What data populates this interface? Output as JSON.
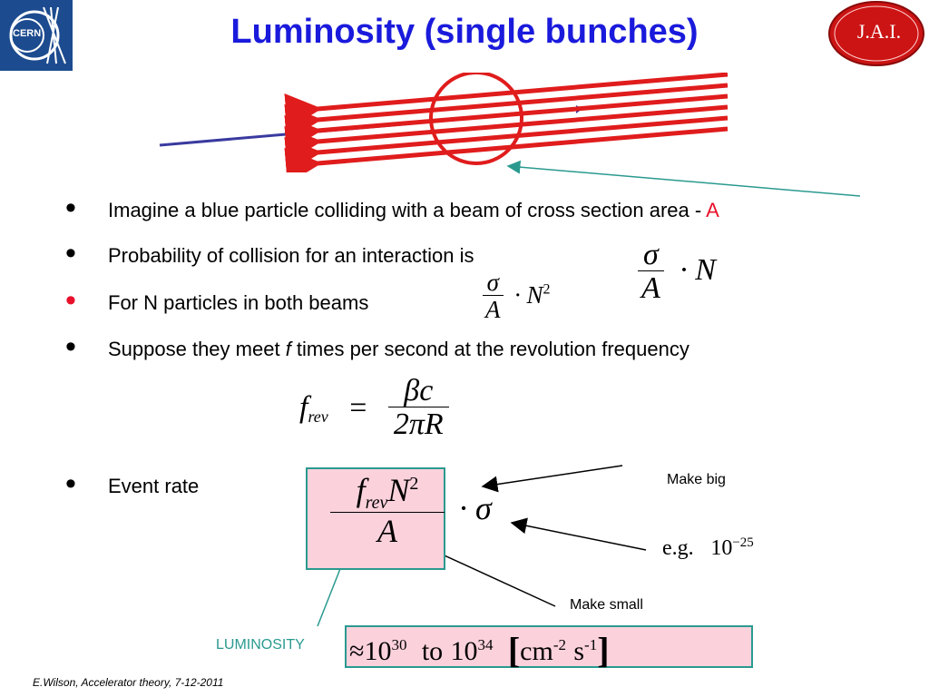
{
  "slide": {
    "title": "Luminosity (single bunches)",
    "bullets": [
      {
        "text": "Imagine a blue particle colliding with a beam of cross section area - ",
        "highlight": "A",
        "bullet_color": "#000000"
      },
      {
        "text": "Probability of collision for an interaction is",
        "bullet_color": "#000000"
      },
      {
        "text": " For N particles in both beams",
        "bullet_color": "#e8102a"
      },
      {
        "text_before": "Suppose they meet ",
        "italic": "f",
        "text_after": " times per second at the revolution frequency",
        "bullet_color": "#000000"
      },
      {
        "text": "Event rate",
        "bullet_color": "#000000"
      }
    ],
    "formulas": {
      "prob_num": "σ",
      "prob_den": "A",
      "prob_mult": "· N",
      "n_num": "σ",
      "n_den": "A",
      "n_mult": "· N",
      "n_exp": "2",
      "frev_lhs": "f",
      "frev_sub": "rev",
      "frev_eq": "=",
      "frev_num": "βc",
      "frev_den": "2πR",
      "rate_f": "f",
      "rate_sub": "rev",
      "rate_N": "N",
      "rate_exp": "2",
      "rate_den": "A",
      "rate_mult": "· σ",
      "eg_text": "e.g.",
      "eg_base": "10",
      "eg_exp": "−25",
      "lum_approx": "≈",
      "lum_base1": "10",
      "lum_exp1": "30",
      "lum_to": "to",
      "lum_base2": "10",
      "lum_exp2": "34",
      "lum_unit1": "cm",
      "lum_unit1_exp": "-2",
      "lum_unit2": "s",
      "lum_unit2_exp": "-1"
    },
    "notes": {
      "make_big": "Make big",
      "make_small": "Make small",
      "luminosity": "LUMINOSITY"
    },
    "footer": "E.Wilson, Accelerator theory, 7-12-2011",
    "logos": {
      "left": "CERN",
      "right": "J.A.I."
    },
    "colors": {
      "title": "#1a1adc",
      "highlight": "#e8102a",
      "beam_red": "#e01c1c",
      "particle_blue": "#3a3aa0",
      "teal": "#2a9a8f",
      "pink_box": "#fbd1dc"
    }
  }
}
